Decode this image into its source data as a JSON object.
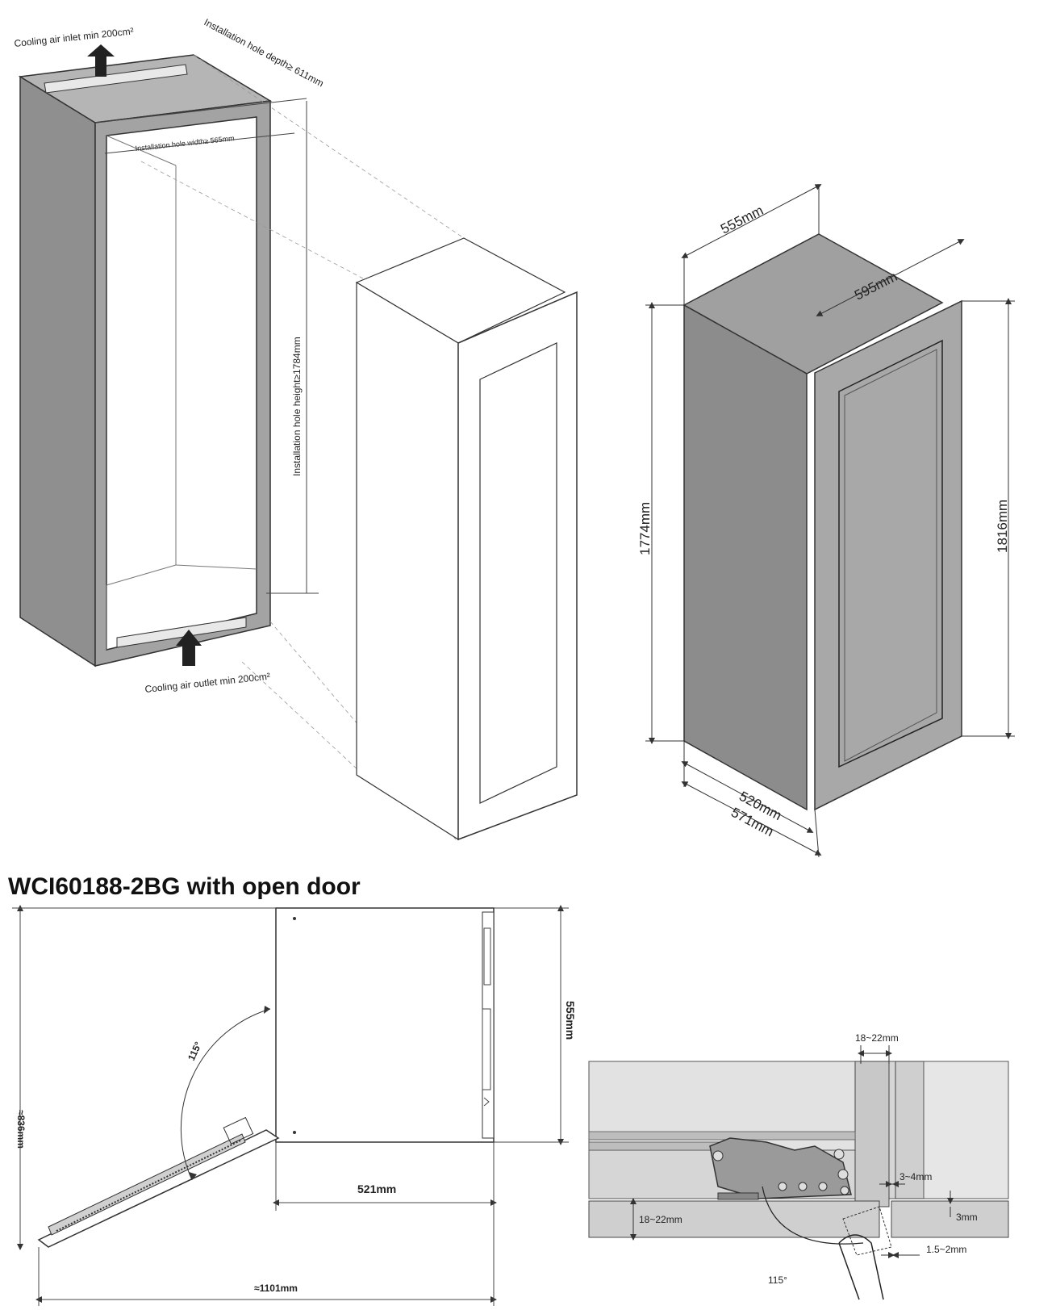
{
  "section_heading": "WCI60188-2BG with open door",
  "niche": {
    "air_inlet": "Cooling air inlet min 200cm²",
    "air_outlet": "Cooling air outlet min 200cm²",
    "hole_depth": "Installation hole depth≥ 611mm",
    "hole_width": "Installation hole width≥ 565mm",
    "hole_height": "Installation hole height≥1784mm"
  },
  "unit_dimensions": {
    "width_top": "555mm",
    "depth_top": "595mm",
    "height_body": "1774mm",
    "height_total": "1816mm",
    "depth_body": "520mm",
    "depth_total": "571mm"
  },
  "top_view": {
    "angle": "115°",
    "depth_with_door": "≈836mm",
    "depth_side": "555mm",
    "width": "521mm",
    "total_width": "≈1101mm"
  },
  "hinge_detail": {
    "gap_top": "18~22mm",
    "gap_side": "3~4mm",
    "panel_thickness": "18~22mm",
    "offset_bottom": "3mm",
    "clearance": "1.5~2mm",
    "angle": "115°"
  },
  "colors": {
    "cabinet_fill": "#a8a8a8",
    "panel_fill": "#d6d6d6",
    "line": "#333333",
    "arrow": "#222222"
  }
}
